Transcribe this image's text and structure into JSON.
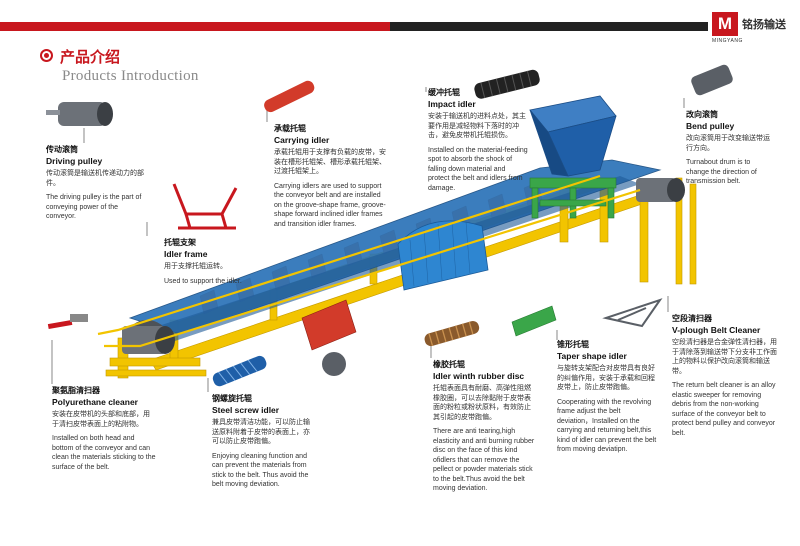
{
  "brand": {
    "logo_mark": "M",
    "name_cn": "铭扬输送",
    "name_en": "MINGYANG"
  },
  "section": {
    "title_cn": "产品介绍",
    "title_en": "Products Introduction"
  },
  "colors": {
    "red": "#c8171e",
    "frame": "#f2c400",
    "idler": "#e0601a",
    "belt": "#2b73b8",
    "hopper": "#1f5fa8",
    "green": "#3aa649"
  },
  "components": {
    "driving_pulley": {
      "cn_title": "传动滚筒",
      "en_title": "Driving pulley",
      "cn_desc": "传动滚筒是输送机传递动力的部件。",
      "en_desc": "The driving pulley is the part of conveying power of the conveyor."
    },
    "carrying_idler": {
      "cn_title": "承载托辊",
      "en_title": "Carrying idler",
      "cn_desc": "承载托辊用于支撑有负载的皮带，安装在槽形托辊架、槽形承载托辊架、过渡托辊架上。",
      "en_desc": "Carrying idlers are used to support the conveyor belt and are installed on the groove-shape frame, groove-shape forward inclined idler frames and transition idler frames."
    },
    "impact_idler": {
      "cn_title": "缓冲托辊",
      "en_title": "Impact idler",
      "cn_desc": "安装于输送机的进料点处，其主要作用是减轻物料下落时的冲击，避免皮带机托辊损伤。",
      "en_desc": "Installed on the material-feeding spot to absorb the shock of falling down material and protect the belt and idlers from damage."
    },
    "bend_pulley": {
      "cn_title": "改向滚筒",
      "en_title": "Bend pulley",
      "cn_desc": "改向滚筒用于改变输送带运行方向。",
      "en_desc": "Turnabout drum is to change the direction of transmission belt."
    },
    "idler_frame": {
      "cn_title": "托辊支架",
      "en_title": "Idler frame",
      "cn_desc": "用于支撑托辊运转。",
      "en_desc": "Used to support the idler."
    },
    "v_plough": {
      "cn_title": "空段清扫器",
      "en_title": "V-plough Belt Cleaner",
      "cn_desc": "空段清扫器是合金弹性清扫器，用于清除落到输送带下分支非工作面上的物料以保护改向滚筒和输送带。",
      "en_desc": "The return belt cleaner is an alloy elastic sweeper for removing debris from the non-working surface of the conveyor belt to protect bend pulley and conveyor belt."
    },
    "polyurethane": {
      "cn_title": "聚氨脂清扫器",
      "en_title": "Polyurethane cleaner",
      "cn_desc": "安装在皮带机的头部和底部，用于清扫皮带表面上的粘附物。",
      "en_desc": "Installed on both head and bottom of the conveyor and can clean the materials sticking to the surface of the belt."
    },
    "steel_screw": {
      "cn_title": "钢螺旋托辊",
      "en_title": "Steel screw idler",
      "cn_desc": "兼具皮带清洁功能，可以防止输送原料附着于皮带的表面上，亦可以防止皮带跑偏。",
      "en_desc": "Enjoying cleaning function and can prevent the materials from stick to the belt. Thus avoid the belt moving deviation."
    },
    "rubber_disc": {
      "cn_title": "橡胶托辊",
      "en_title": "Idler winth rubber disc",
      "cn_desc": "托辊表面具有耐磨、高弹性阻燃橡胶圈，可以去除黏附于皮带表面的粉粒或粉状原料，有效防止其引起的皮带跑偏。",
      "en_desc": "There are anti tearing,high elasticity and anti burning rubber disc on the face of this kind ofidlers that can remove the pellect or powder materials stick to the belt.Thus avoid the belt moving deviation."
    },
    "taper": {
      "cn_title": "锥形托辊",
      "en_title": "Taper shape idler",
      "cn_desc": "与旋转支架配合对皮带具有良好的纠偏作用，安装于承载和回程皮带上，防止皮带跑偏。",
      "en_desc": "Cooperating with the revolving frame adjust the belt deviation，Installed on the carrying and returning belt,this kind of idler can prevent the belt from moving deviatipn."
    }
  }
}
